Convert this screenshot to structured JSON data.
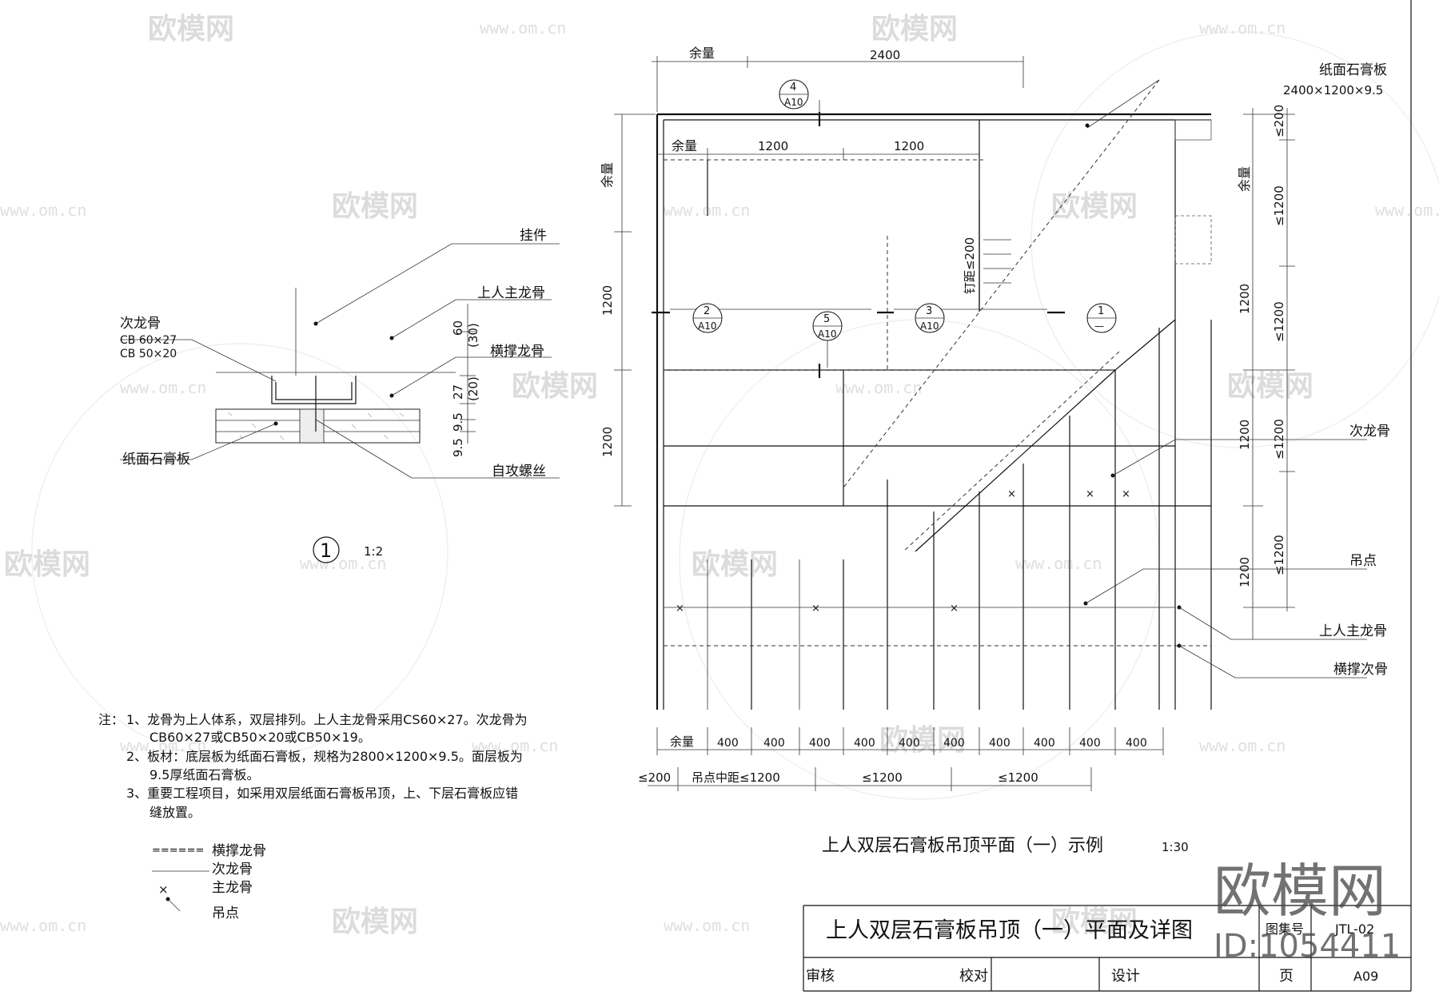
{
  "watermark": {
    "brand": "欧模网",
    "url": "www.om.cn",
    "logo_text": "欧模网",
    "id_text": "ID:1054411"
  },
  "detail": {
    "labels": {
      "hanger": "挂件",
      "main_keel": "上人主龙骨",
      "sub_keel": "次龙骨",
      "sub_keel_spec1": "CB 60×27",
      "sub_keel_spec2": "CB 50×20",
      "cross_keel": "横撑龙骨",
      "board": "纸面石膏板",
      "screw": "自攻螺丝"
    },
    "dims": {
      "d60": "60",
      "d30": "(30)",
      "d27": "27",
      "d20": "(20)",
      "d95": "9.5",
      "d95b": "9.5"
    },
    "callout_num": "1",
    "scale": "1:2"
  },
  "notes": {
    "prefix": "注：",
    "items": [
      "1、龙骨为上人体系，双层排列。上人主龙骨采用CS60×27。次龙骨为",
      "CB60×27或CB50×20或CB50×19。",
      "2、板材：底层板为纸面石膏板，规格为2800×1200×9.5。面层板为",
      "9.5厚纸面石膏板。",
      "3、重要工程项目，如采用双层纸面石膏板吊顶，上、下层石膏板应错",
      "缝放置。"
    ]
  },
  "legend": [
    {
      "symbol": "======",
      "label": "横撑龙骨"
    },
    {
      "symbol": "line",
      "label": "次龙骨"
    },
    {
      "symbol": "cross",
      "label": "主龙骨"
    },
    {
      "symbol": "dot",
      "label": "吊点"
    }
  ],
  "plan": {
    "top_dims": {
      "rest": "余量",
      "w2400": "2400",
      "w1200a": "1200",
      "w1200b": "1200"
    },
    "left_dims": {
      "rest": "余量",
      "h1": "1200",
      "h2": "1200"
    },
    "right_dims": {
      "rest": "余量",
      "le200": "≤200",
      "le1200a": "≤1200",
      "le1200b": "≤1200",
      "le1200c": "≤1200",
      "le1200d": "≤1200",
      "h1": "1200",
      "h2": "1200",
      "h3": "1200"
    },
    "board_label": "纸面石膏板",
    "board_spec": "2400×1200×9.5",
    "nail_spacing": "钉距≤200",
    "callouts": [
      {
        "num": "4",
        "ref": "A10"
      },
      {
        "num": "2",
        "ref": "A10"
      },
      {
        "num": "5",
        "ref": "A10"
      },
      {
        "num": "3",
        "ref": "A10"
      },
      {
        "num": "1",
        "ref": "—"
      }
    ],
    "right_labels": {
      "sub_keel": "次龙骨",
      "hang_point": "吊点",
      "main_keel": "上人主龙骨",
      "cross_sub": "横撑次骨"
    },
    "bottom_dims": [
      "余量",
      "400",
      "400",
      "400",
      "400",
      "400",
      "400",
      "400",
      "400",
      "400",
      "400"
    ],
    "bottom_dims2": {
      "le200": "≤200",
      "hang_spacing": "吊点中距≤1200",
      "le1200a": "≤1200",
      "le1200b": "≤1200"
    },
    "title": "上人双层石膏板吊顶平面（一）示例",
    "scale": "1:30"
  },
  "title_block": {
    "title": "上人双层石膏板吊顶（一）平面及详图",
    "atlas_label": "图集号",
    "atlas_no": "JTL-02",
    "review": "审核",
    "check": "校对",
    "design": "设计",
    "page_label": "页",
    "page_no": "A09"
  }
}
